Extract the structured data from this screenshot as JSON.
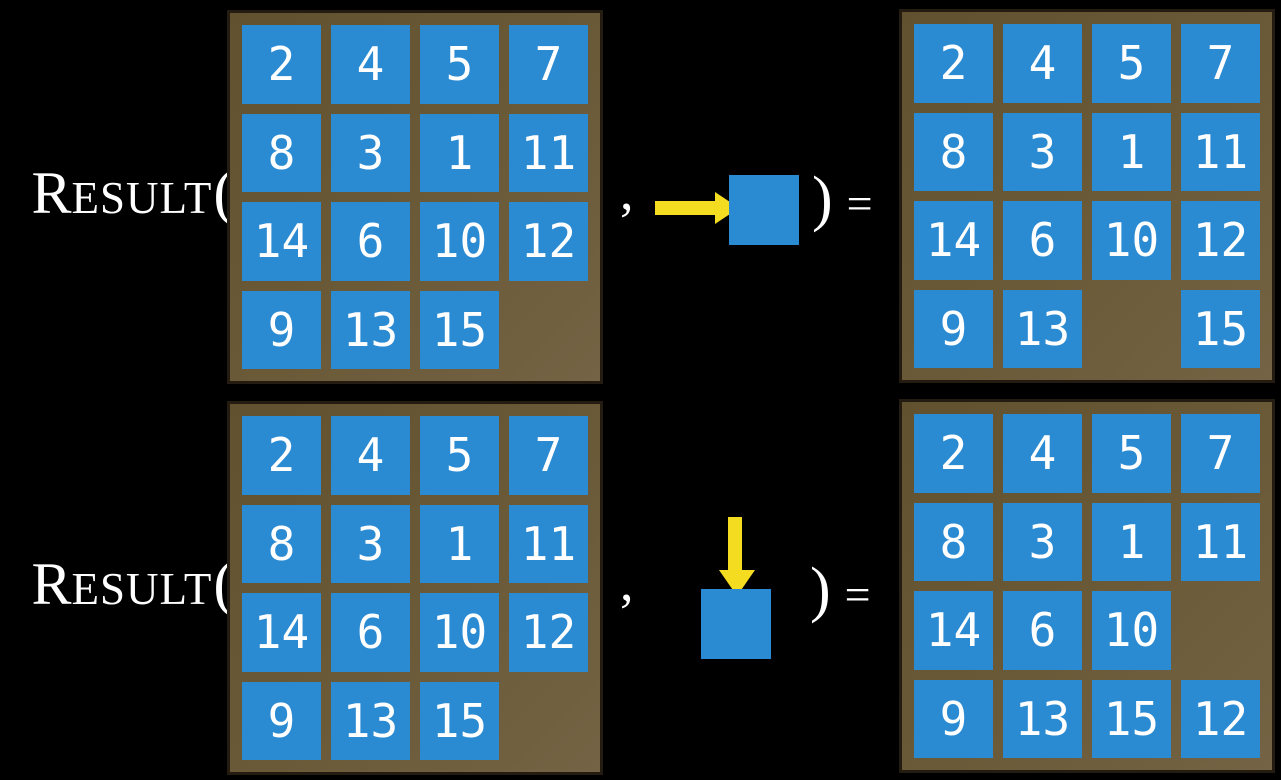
{
  "colors": {
    "background": "#000000",
    "board_frame": "#675637",
    "board_frame_edge": "#241c10",
    "tile_blue": "#2a8bd3",
    "arrow_yellow": "#f4dc20",
    "text": "#ffffff"
  },
  "equations": [
    {
      "id": "result-move-right",
      "function_initial": "R",
      "function_rest": "ESULT",
      "open_paren": "(",
      "separator": ",",
      "action": {
        "icon": "arrow-right-icon",
        "direction": "right"
      },
      "close_paren": ")",
      "equals_sign": "=",
      "input_grid": [
        [
          "2",
          "4",
          "5",
          "7"
        ],
        [
          "8",
          "3",
          "1",
          "11"
        ],
        [
          "14",
          "6",
          "10",
          "12"
        ],
        [
          "9",
          "13",
          "15",
          ""
        ]
      ],
      "output_grid": [
        [
          "2",
          "4",
          "5",
          "7"
        ],
        [
          "8",
          "3",
          "1",
          "11"
        ],
        [
          "14",
          "6",
          "10",
          "12"
        ],
        [
          "9",
          "13",
          "",
          "15"
        ]
      ]
    },
    {
      "id": "result-move-down",
      "function_initial": "R",
      "function_rest": "ESULT",
      "open_paren": "(",
      "separator": ",",
      "action": {
        "icon": "arrow-down-icon",
        "direction": "down"
      },
      "close_paren": ")",
      "equals_sign": "=",
      "input_grid": [
        [
          "2",
          "4",
          "5",
          "7"
        ],
        [
          "8",
          "3",
          "1",
          "11"
        ],
        [
          "14",
          "6",
          "10",
          "12"
        ],
        [
          "9",
          "13",
          "15",
          ""
        ]
      ],
      "output_grid": [
        [
          "2",
          "4",
          "5",
          "7"
        ],
        [
          "8",
          "3",
          "1",
          "11"
        ],
        [
          "14",
          "6",
          "10",
          ""
        ],
        [
          "9",
          "13",
          "15",
          "12"
        ]
      ]
    }
  ]
}
